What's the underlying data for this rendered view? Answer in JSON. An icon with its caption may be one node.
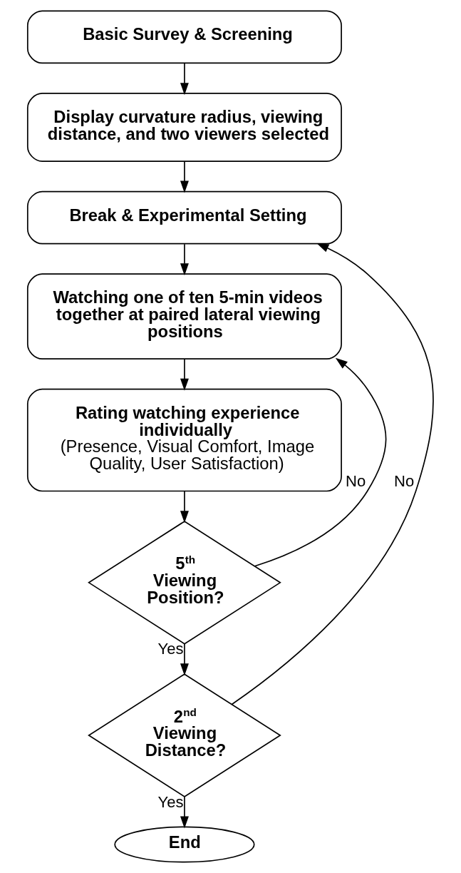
{
  "diagram": {
    "nodes": [
      {
        "text": [
          "Basic Survey & Screening"
        ]
      },
      {
        "text": [
          "Display curvature radius, viewing distance, and two viewers selected"
        ]
      },
      {
        "text": [
          "Break & Experimental Setting"
        ]
      },
      {
        "text": [
          "Watching one of ten 5-min videos together at paired lateral viewing positions"
        ]
      },
      {
        "text": [
          "Rating watching experience individually",
          "(Presence, Visual Comfort, Image Quality, User Satisfaction)"
        ]
      },
      {
        "text": [
          "5$^{th}$ Viewing Position?"
        ]
      },
      {
        "text": [
          "2$^{nd}$ Viewing Distance?"
        ]
      },
      {
        "text": [
          "End"
        ]
      }
    ],
    "edges": [
      {
        "from": 0,
        "to": 1,
        "arrow": "to"
      },
      {
        "from": 1,
        "to": 2,
        "arrow": "to"
      },
      {
        "from": 2,
        "to": 3,
        "arrow": "to"
      },
      {
        "from": 3,
        "to": 4,
        "arrow": "to"
      },
      {
        "from": 4,
        "to": 5,
        "arrow": "to"
      },
      {
        "from": 5,
        "to": 3,
        "label": "No",
        "arrow": "to"
      },
      {
        "from": 5,
        "to": 6,
        "label": "Yes",
        "arrow": "to"
      },
      {
        "from": 6,
        "to": 2,
        "label": "No",
        "arrow": "to"
      },
      {
        "from": 6,
        "to": 7,
        "label": "Yes",
        "arrow": "to"
      }
    ]
  }
}
